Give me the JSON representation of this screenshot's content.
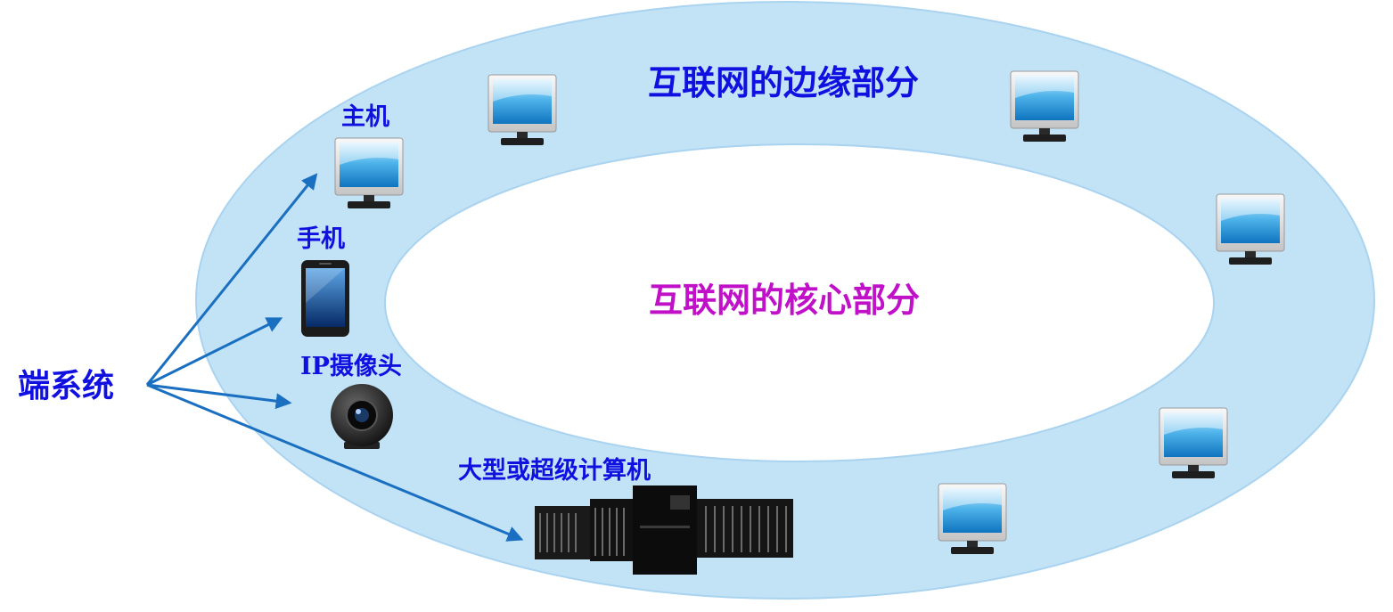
{
  "title_edge": "互联网的边缘部分",
  "title_core": "互联网的核心部分",
  "end_system_label": "端系统",
  "devices": {
    "host": "主机",
    "phone": "手机",
    "ip_camera": "IP摄像头",
    "supercomputer": "大型或超级计算机"
  },
  "colors": {
    "ring": "#c2e2f6",
    "ring_edge": "#a9d3ef",
    "label_blue": "#1010e0",
    "label_core": "#c010c8",
    "arrow": "#1a6fc0"
  }
}
